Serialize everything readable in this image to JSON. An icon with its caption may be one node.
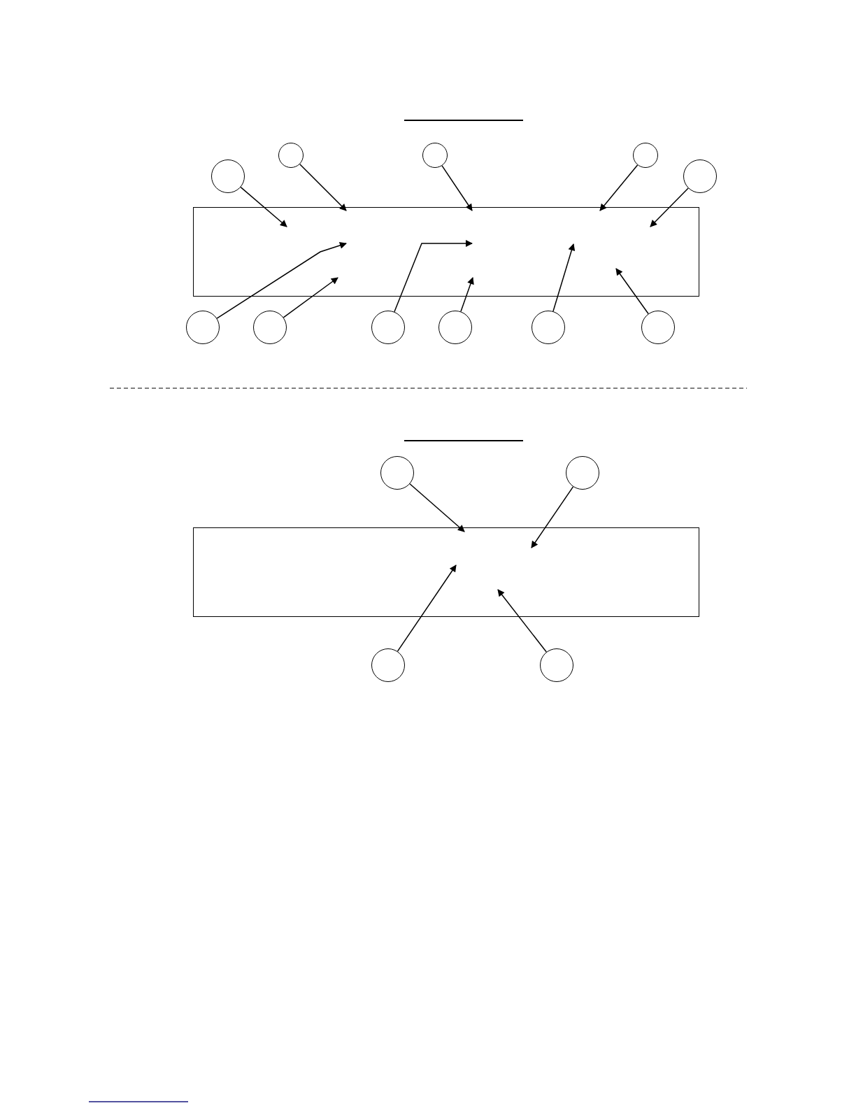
{
  "diagram": {
    "nodes": [
      {
        "text": [],
        "shape": "box"
      },
      {
        "text": [],
        "shape": "circle"
      },
      {
        "text": [],
        "shape": "circle"
      },
      {
        "text": [],
        "shape": "circle"
      },
      {
        "text": [],
        "shape": "circle"
      },
      {
        "text": [],
        "shape": "circle"
      },
      {
        "text": [],
        "shape": "circle"
      },
      {
        "text": [],
        "shape": "circle"
      },
      {
        "text": [],
        "shape": "circle"
      },
      {
        "text": [],
        "shape": "circle"
      },
      {
        "text": [],
        "shape": "circle"
      },
      {
        "text": [],
        "shape": "circle"
      },
      {
        "text": [],
        "shape": "box"
      },
      {
        "text": [],
        "shape": "circle"
      },
      {
        "text": [],
        "shape": "circle"
      },
      {
        "text": [],
        "shape": "circle"
      },
      {
        "text": [],
        "shape": "circle"
      }
    ],
    "edges": [
      {
        "from": 1,
        "to": 0,
        "arrow": "to"
      },
      {
        "from": 2,
        "to": 0,
        "arrow": "to"
      },
      {
        "from": 3,
        "to": 0,
        "arrow": "to"
      },
      {
        "from": 4,
        "to": 0,
        "arrow": "to"
      },
      {
        "from": 5,
        "to": 0,
        "arrow": "to"
      },
      {
        "from": 6,
        "to": 0,
        "arrow": "to"
      },
      {
        "from": 7,
        "to": 0,
        "arrow": "to"
      },
      {
        "from": 8,
        "to": 0,
        "arrow": "to"
      },
      {
        "from": 9,
        "to": 0,
        "arrow": "to"
      },
      {
        "from": 10,
        "to": 0,
        "arrow": "to"
      },
      {
        "from": 11,
        "to": 0,
        "arrow": "to"
      },
      {
        "from": 13,
        "to": 12,
        "arrow": "to"
      },
      {
        "from": 14,
        "to": 12,
        "arrow": "to"
      },
      {
        "from": 15,
        "to": 12,
        "arrow": "to"
      },
      {
        "from": 16,
        "to": 12,
        "arrow": "to"
      }
    ]
  }
}
